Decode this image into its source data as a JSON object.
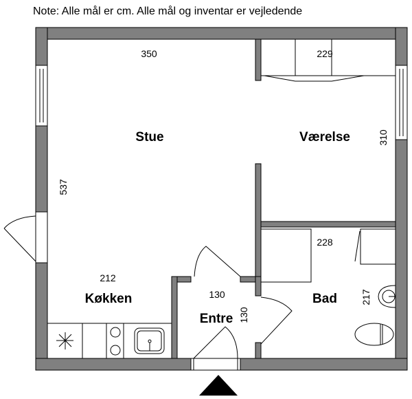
{
  "note": "Note: Alle mål er cm. Alle mål og inventar er vejledende",
  "rooms": {
    "stue": {
      "label": "Stue",
      "dim": "350",
      "height_dim": "537"
    },
    "vaerelse": {
      "label": "Værelse",
      "dim": "229",
      "height_dim": "310"
    },
    "koekken": {
      "label": "Køkken",
      "dim": "212"
    },
    "entre": {
      "label": "Entre",
      "dim": "130",
      "height_dim": "130"
    },
    "bad": {
      "label": "Bad",
      "dim": "228",
      "height_dim": "217"
    }
  },
  "colors": {
    "wall": "#808080",
    "line": "#000000"
  }
}
